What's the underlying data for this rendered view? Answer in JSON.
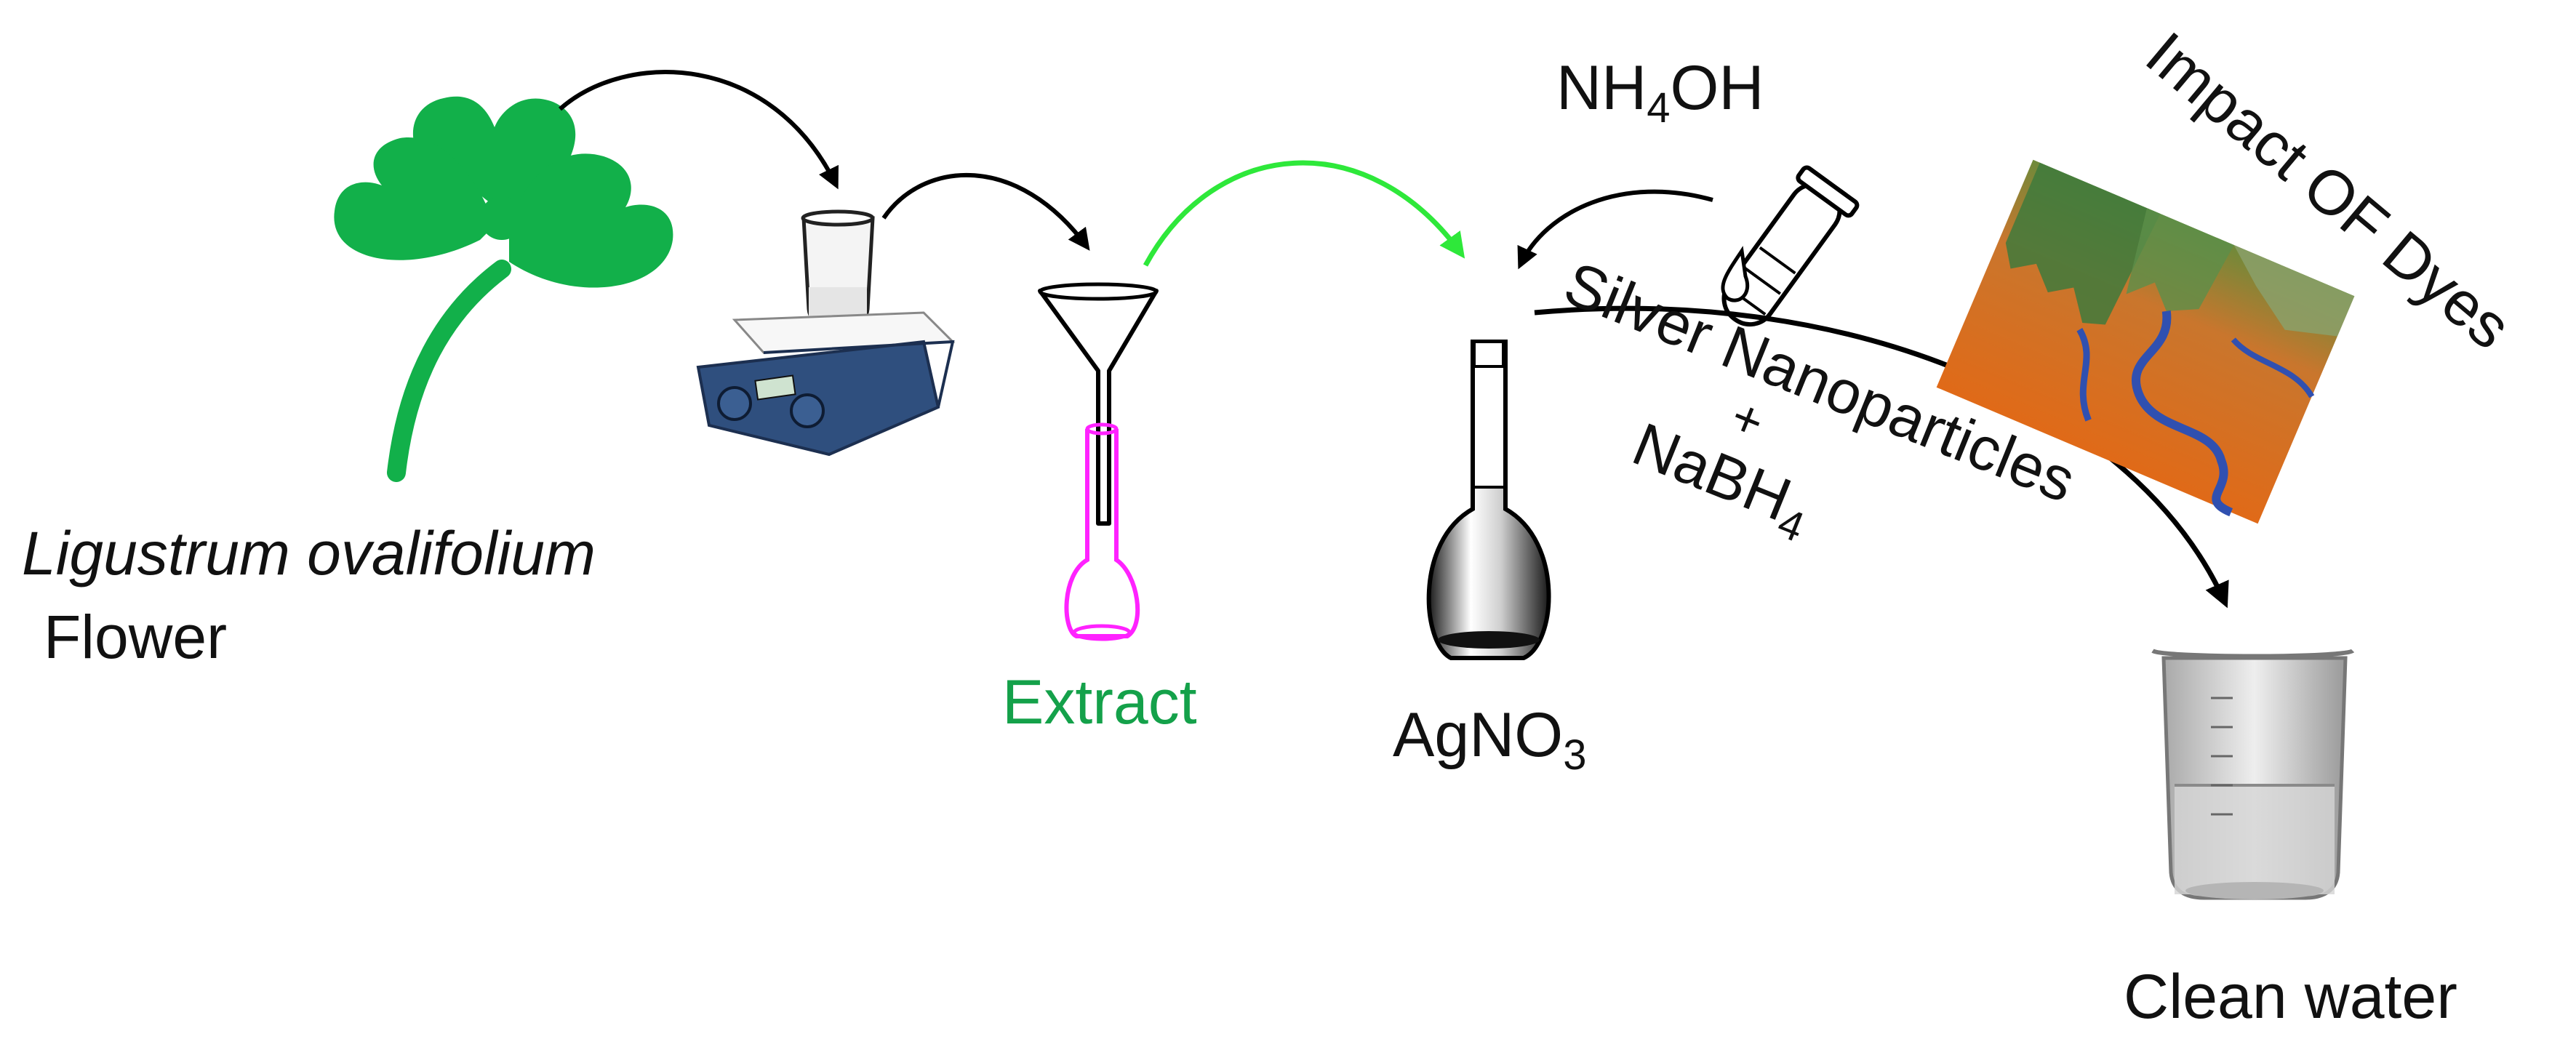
{
  "labels": {
    "flower_name": "Ligustrum ovalifolium",
    "flower_word": "Flower",
    "extract": "Extract",
    "agno3_main": "AgNO",
    "agno3_sub": "3",
    "nh4oh_a": "NH",
    "nh4oh_sub": "4",
    "nh4oh_b": "OH",
    "silver_nanoparticles": "Silver Nanoparticles",
    "plus": "+",
    "nabh4_main": "NaBH",
    "nabh4_sub": "4",
    "impact_of_dyes": "Impact OF Dyes",
    "clean_water": "Clean water"
  },
  "colors": {
    "leaf_green": "#12b04a",
    "extract_green": "#14a14a",
    "bright_arrow_green": "#2ee83a",
    "flask_magenta": "#ff22ff",
    "hotplate_blue": "#2f4f7e",
    "dye_orange": "#e0701f",
    "dye_river_blue": "#3050b0"
  },
  "icons": {
    "clover": "clover-leaf-icon",
    "hotplate": "hotplate-stirrer-icon",
    "funnel": "funnel-icon",
    "volumetric_flask": "volumetric-flask-icon",
    "test_tube": "test-tube-icon",
    "dye_photo": "dye-polluted-river-photo",
    "beaker": "beaker-icon"
  }
}
